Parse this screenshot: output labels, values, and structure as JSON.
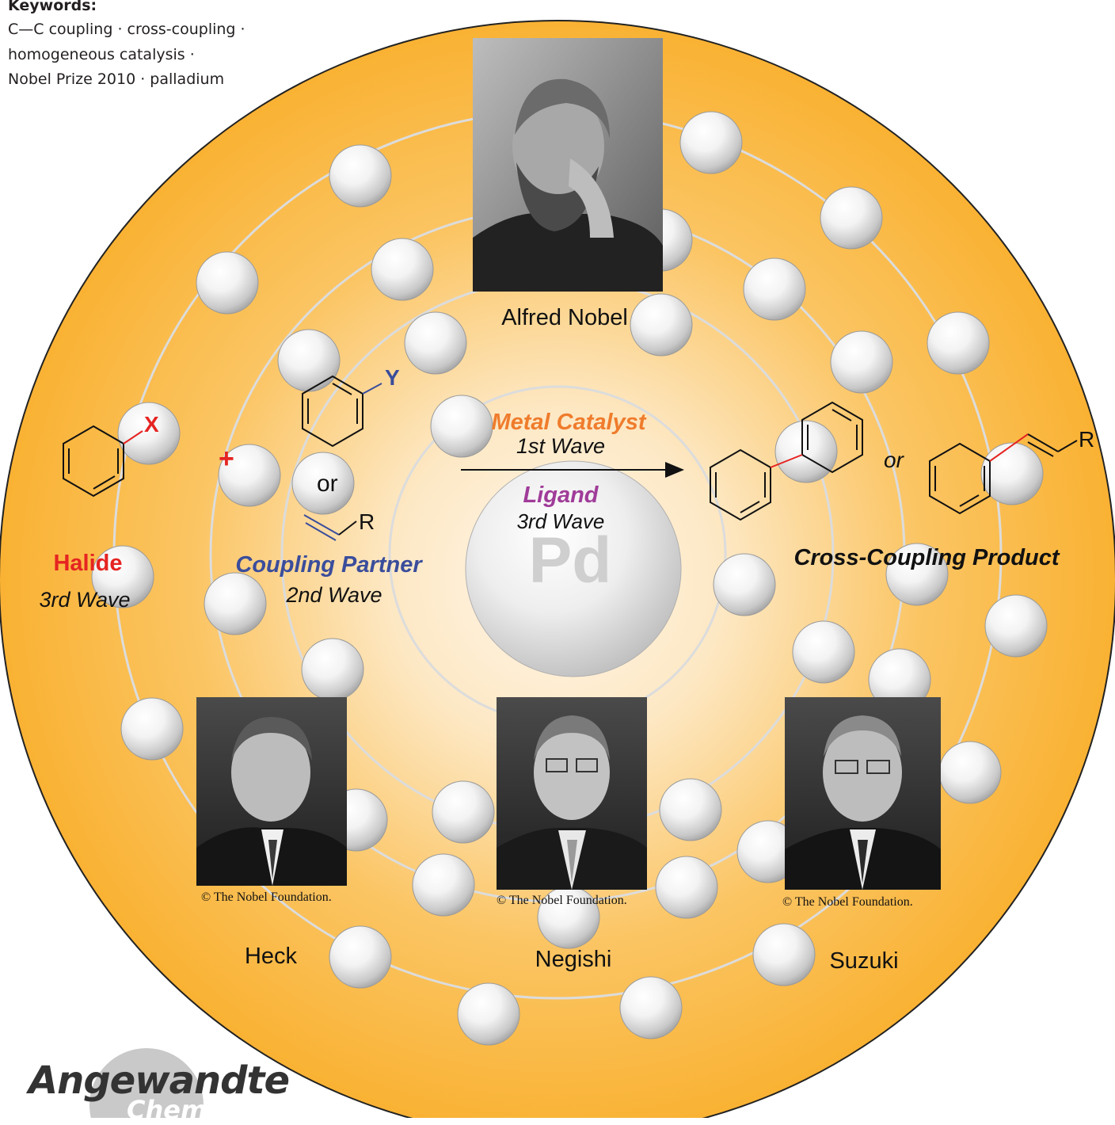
{
  "keywords": {
    "heading": "Keywords:",
    "line1": "C—C coupling · cross-coupling ·",
    "line2": "homogeneous catalysis ·",
    "line3": "Nobel Prize 2010 · palladium"
  },
  "center": {
    "element": "Pd"
  },
  "labels": {
    "metal_catalyst": "Metal Catalyst",
    "first_wave": "1st Wave",
    "ligand": "Ligand",
    "ligand_wave": "3rd Wave",
    "halide": "Halide",
    "halide_wave": "3rd Wave",
    "coupling_partner": "Coupling Partner",
    "second_wave": "2nd Wave",
    "product": "Cross-Coupling Product",
    "or_partner": "or",
    "or_product": "or",
    "plus": "+",
    "x_group": "X",
    "y_group": "Y",
    "r_group_partner": "R",
    "r_group_product": "R"
  },
  "portraits": {
    "nobel": {
      "name": "Alfred Nobel"
    },
    "heck": {
      "name": "Heck",
      "credit": "© The Nobel Foundation."
    },
    "negishi": {
      "name": "Negishi",
      "credit": "© The Nobel Foundation."
    },
    "suzuki": {
      "name": "Suzuki",
      "credit": "© The Nobel Foundation."
    }
  },
  "colors": {
    "orange_dark": "#f9b233",
    "orange_light": "#fff3de",
    "halide_red": "#e52421",
    "catalyst_orange": "#ef7c2c",
    "partner_blue": "#3a4d9c",
    "ligand_purple": "#a03c99"
  },
  "logo": {
    "line1": "Angewandte",
    "line2": "Chemie"
  }
}
